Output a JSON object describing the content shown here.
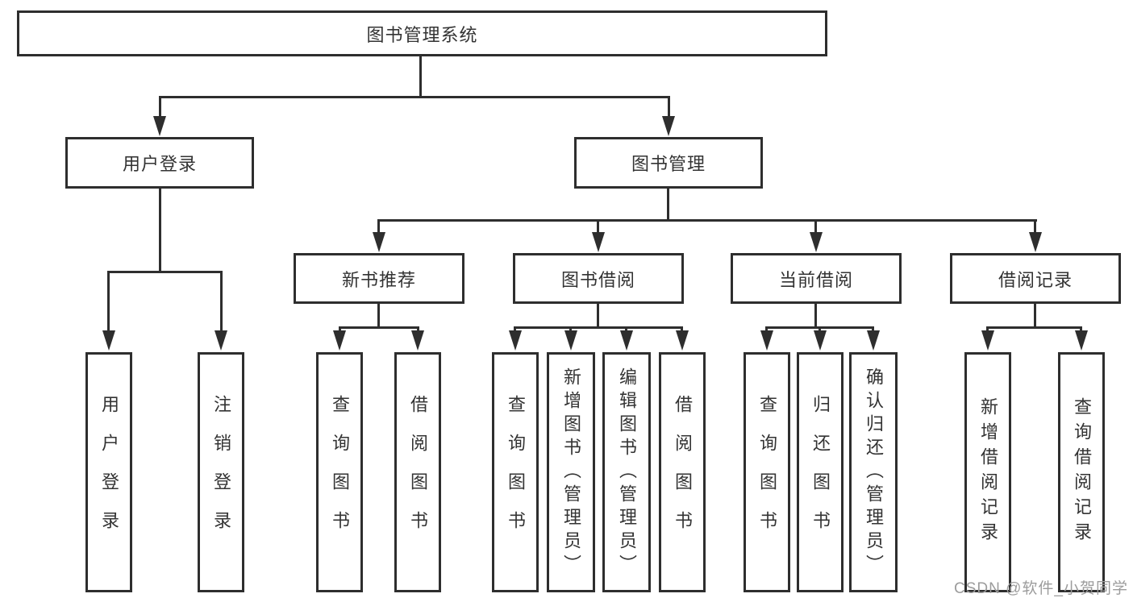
{
  "tree": {
    "root": {
      "label": "图书管理系统"
    },
    "children": [
      {
        "label": "用户登录",
        "children": [
          {
            "label": "用户登录"
          },
          {
            "label": "注销登录"
          }
        ]
      },
      {
        "label": "图书管理",
        "children": [
          {
            "label": "新书推荐",
            "children": [
              {
                "label": "查询图书"
              },
              {
                "label": "借阅图书"
              }
            ]
          },
          {
            "label": "图书借阅",
            "children": [
              {
                "label": "查询图书"
              },
              {
                "label": "新增图书（管理员）"
              },
              {
                "label": "编辑图书（管理员）"
              },
              {
                "label": "借阅图书"
              }
            ]
          },
          {
            "label": "当前借阅",
            "children": [
              {
                "label": "查询图书"
              },
              {
                "label": "归还图书"
              },
              {
                "label": "确认归还（管理员）"
              }
            ]
          },
          {
            "label": "借阅记录",
            "children": [
              {
                "label": "新增借阅记录"
              },
              {
                "label": "查询借阅记录"
              }
            ]
          }
        ]
      }
    ]
  },
  "watermark": {
    "text": "CSDN @软件_小贺同学"
  },
  "colors": {
    "line": "#2e2e2e",
    "text": "#333333",
    "watermark": "#9c9c9c",
    "background": "#ffffff"
  }
}
